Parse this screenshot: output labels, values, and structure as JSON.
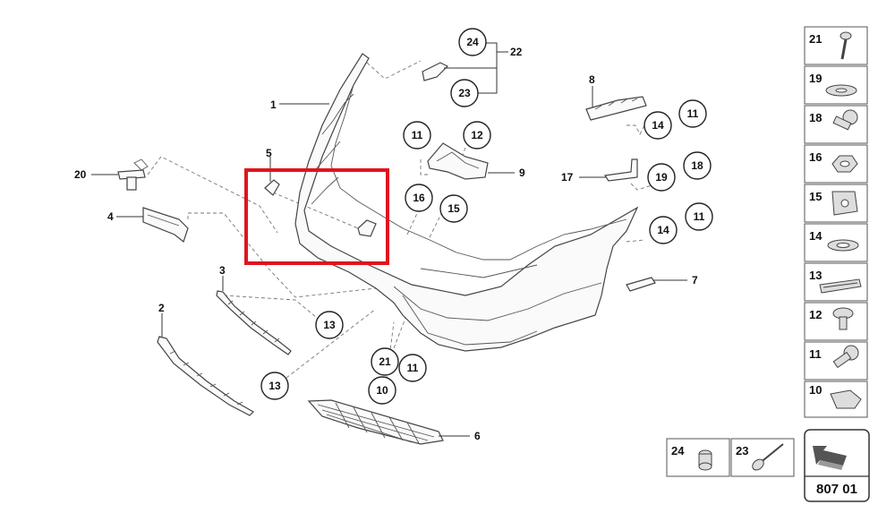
{
  "diagram": {
    "callouts": {
      "c1": "1",
      "c2": "2",
      "c3": "3",
      "c4": "4",
      "c5": "5",
      "c6": "6",
      "c7": "7",
      "c8": "8",
      "c9": "9",
      "c17": "17",
      "c20": "20",
      "c22": "22"
    },
    "bubbles": {
      "b24": "24",
      "b23": "23",
      "b11a": "11",
      "b12": "12",
      "b14a": "14",
      "b11b": "11",
      "b16": "16",
      "b15": "15",
      "b19": "19",
      "b18": "18",
      "b14b": "14",
      "b11c": "11",
      "b13a": "13",
      "b13b": "13",
      "b21": "21",
      "b11d": "11",
      "b10": "10"
    },
    "highlight_color": "#e0141e"
  },
  "legend": {
    "items": [
      "21",
      "19",
      "18",
      "16",
      "15",
      "14",
      "13",
      "12",
      "11",
      "10"
    ]
  },
  "bottom_legend": {
    "items": [
      "24",
      "23"
    ]
  },
  "page": {
    "number": "807 01"
  }
}
